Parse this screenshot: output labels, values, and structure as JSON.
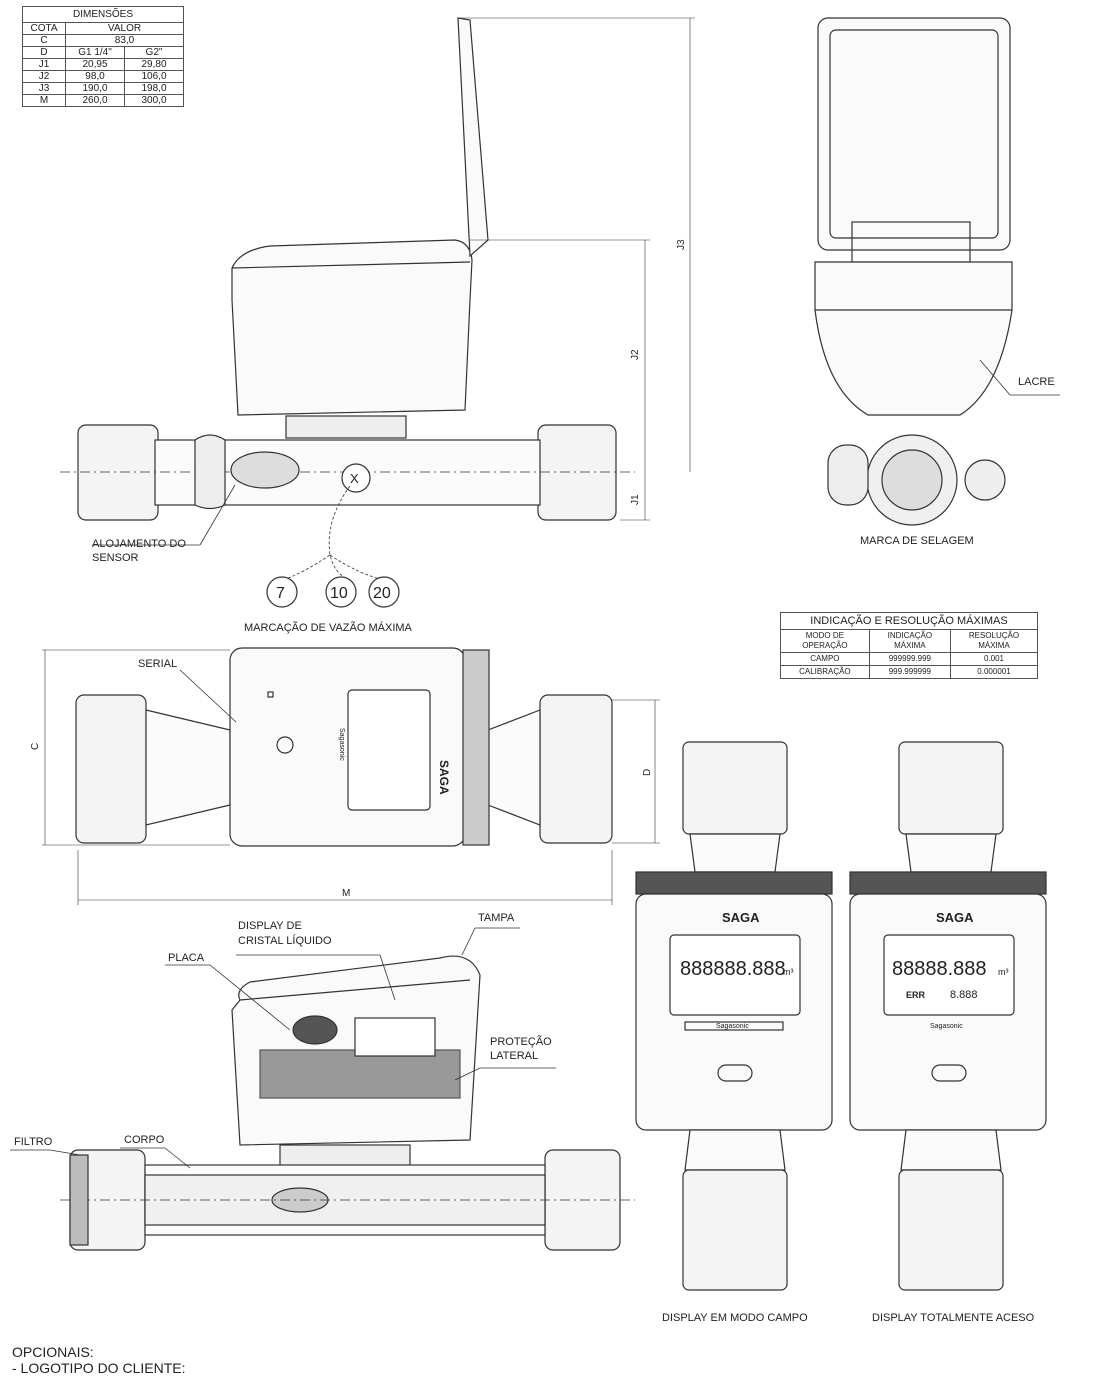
{
  "dimensions_table": {
    "title": "DIMENSÕES",
    "col_cota": "COTA",
    "col_valor": "VALOR",
    "rows": [
      {
        "cota": "C",
        "v1": "83,0",
        "v2": ""
      },
      {
        "cota": "D",
        "v1": "G1 1/4\"",
        "v2": "G2\""
      },
      {
        "cota": "J1",
        "v1": "20,95",
        "v2": "29,80"
      },
      {
        "cota": "J2",
        "v1": "98,0",
        "v2": "106,0"
      },
      {
        "cota": "J3",
        "v1": "190,0",
        "v2": "198,0"
      },
      {
        "cota": "M",
        "v1": "260,0",
        "v2": "300,0"
      }
    ]
  },
  "labels": {
    "j3": "J3",
    "j2": "J2",
    "j1": "J1",
    "c": "C",
    "d": "D",
    "m": "M",
    "x_marker": "X",
    "alojamento": "ALOJAMENTO DO",
    "sensor": "SENSOR",
    "flow_values": [
      "7",
      "10",
      "20"
    ],
    "marcacao": "MARCAÇÃO DE VAZÃO MÁXIMA",
    "marca_selagem": "MARCA DE SELAGEM",
    "lacre": "LACRE",
    "serial": "SERIAL",
    "display_de": "DISPLAY DE",
    "cristal_liquido": "CRISTAL LÍQUIDO",
    "tampa": "TAMPA",
    "placa": "PLACA",
    "protecao": "PROTEÇÃO",
    "lateral": "LATERAL",
    "filtro": "FILTRO",
    "corpo": "CORPO",
    "display_campo": "DISPLAY EM MODO CAMPO",
    "display_aceso": "DISPLAY TOTALMENTE ACESO",
    "brand": "SAGA",
    "model": "Sagasonic",
    "lcd_campo": "888888.888",
    "lcd_full": "88888.888",
    "lcd_unit": "m³",
    "lcd_err": "ERR",
    "lcd_small": "8.888"
  },
  "indicacao_table": {
    "title": "INDICAÇÃO E RESOLUÇÃO MÁXIMAS",
    "headers": [
      "MODO DE OPERAÇÃO",
      "INDICAÇÃO MÁXIMA",
      "RESOLUÇÃO MÁXIMA"
    ],
    "rows": [
      [
        "CAMPO",
        "999999.999",
        "0.001"
      ],
      [
        "CALIBRAÇÃO",
        "999.999999",
        "0.000001"
      ]
    ]
  },
  "optionals": {
    "title": "OPCIONAIS:",
    "item": "- LOGOTIPO DO CLIENTE:"
  }
}
